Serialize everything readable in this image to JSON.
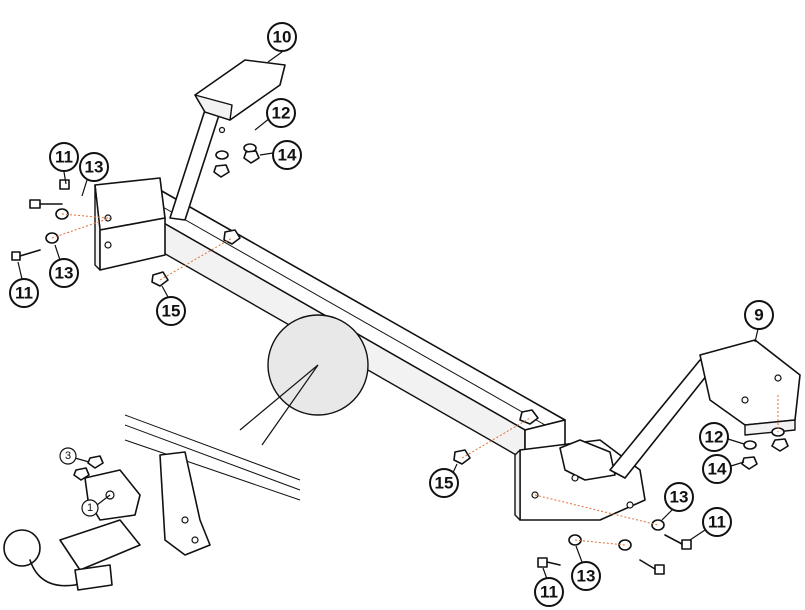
{
  "diagram": {
    "callouts": [
      {
        "id": "c10",
        "label": "10"
      },
      {
        "id": "c12a",
        "label": "12"
      },
      {
        "id": "c14a",
        "label": "14"
      },
      {
        "id": "c11a",
        "label": "11"
      },
      {
        "id": "c13a",
        "label": "13"
      },
      {
        "id": "c13b",
        "label": "13"
      },
      {
        "id": "c11b",
        "label": "11"
      },
      {
        "id": "c15a",
        "label": "15"
      },
      {
        "id": "c9",
        "label": "9"
      },
      {
        "id": "c12b",
        "label": "12"
      },
      {
        "id": "c14b",
        "label": "14"
      },
      {
        "id": "c15b",
        "label": "15"
      },
      {
        "id": "c13c",
        "label": "13"
      },
      {
        "id": "c11c",
        "label": "11"
      },
      {
        "id": "c13d",
        "label": "13"
      },
      {
        "id": "c11d",
        "label": "11"
      },
      {
        "id": "c3",
        "label": "3"
      },
      {
        "id": "c1",
        "label": "1"
      }
    ]
  }
}
